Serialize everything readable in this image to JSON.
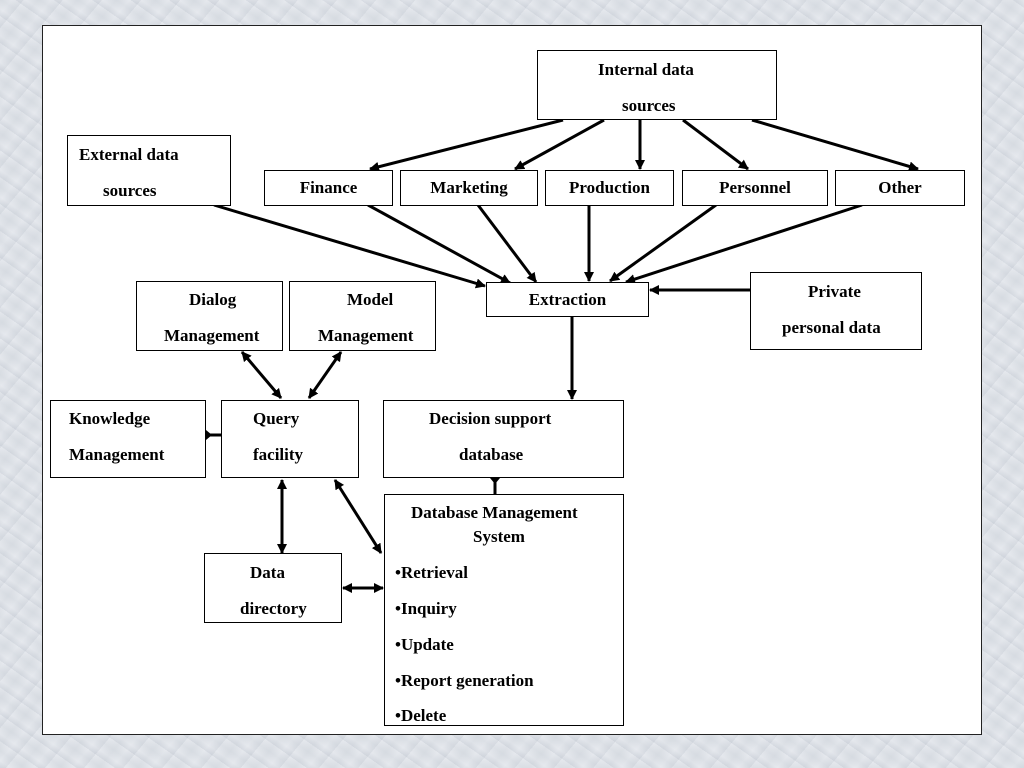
{
  "nodes": {
    "internal": {
      "lines": [
        "Internal data",
        "sources"
      ]
    },
    "external": {
      "lines": [
        "External data",
        "sources"
      ]
    },
    "finance": {
      "label": "Finance"
    },
    "marketing": {
      "label": "Marketing"
    },
    "production": {
      "label": "Production"
    },
    "personnel": {
      "label": "Personnel"
    },
    "other": {
      "label": "Other"
    },
    "extraction": {
      "label": "Extraction"
    },
    "private": {
      "lines": [
        "Private",
        "personal data"
      ]
    },
    "dialog": {
      "lines": [
        "Dialog",
        "Management"
      ]
    },
    "model": {
      "lines": [
        "Model",
        "Management"
      ]
    },
    "knowledge": {
      "lines": [
        "Knowledge",
        "Management"
      ]
    },
    "query": {
      "lines": [
        "Query",
        "facility"
      ]
    },
    "dss_db": {
      "lines": [
        "Decision support",
        "database"
      ]
    },
    "dbms": {
      "title": "Database Management",
      "title2": "System",
      "items": [
        "•Retrieval",
        "•Inquiry",
        "•Update",
        "•Report generation",
        "•Delete"
      ]
    },
    "datadir": {
      "lines": [
        "Data",
        "directory"
      ]
    }
  }
}
